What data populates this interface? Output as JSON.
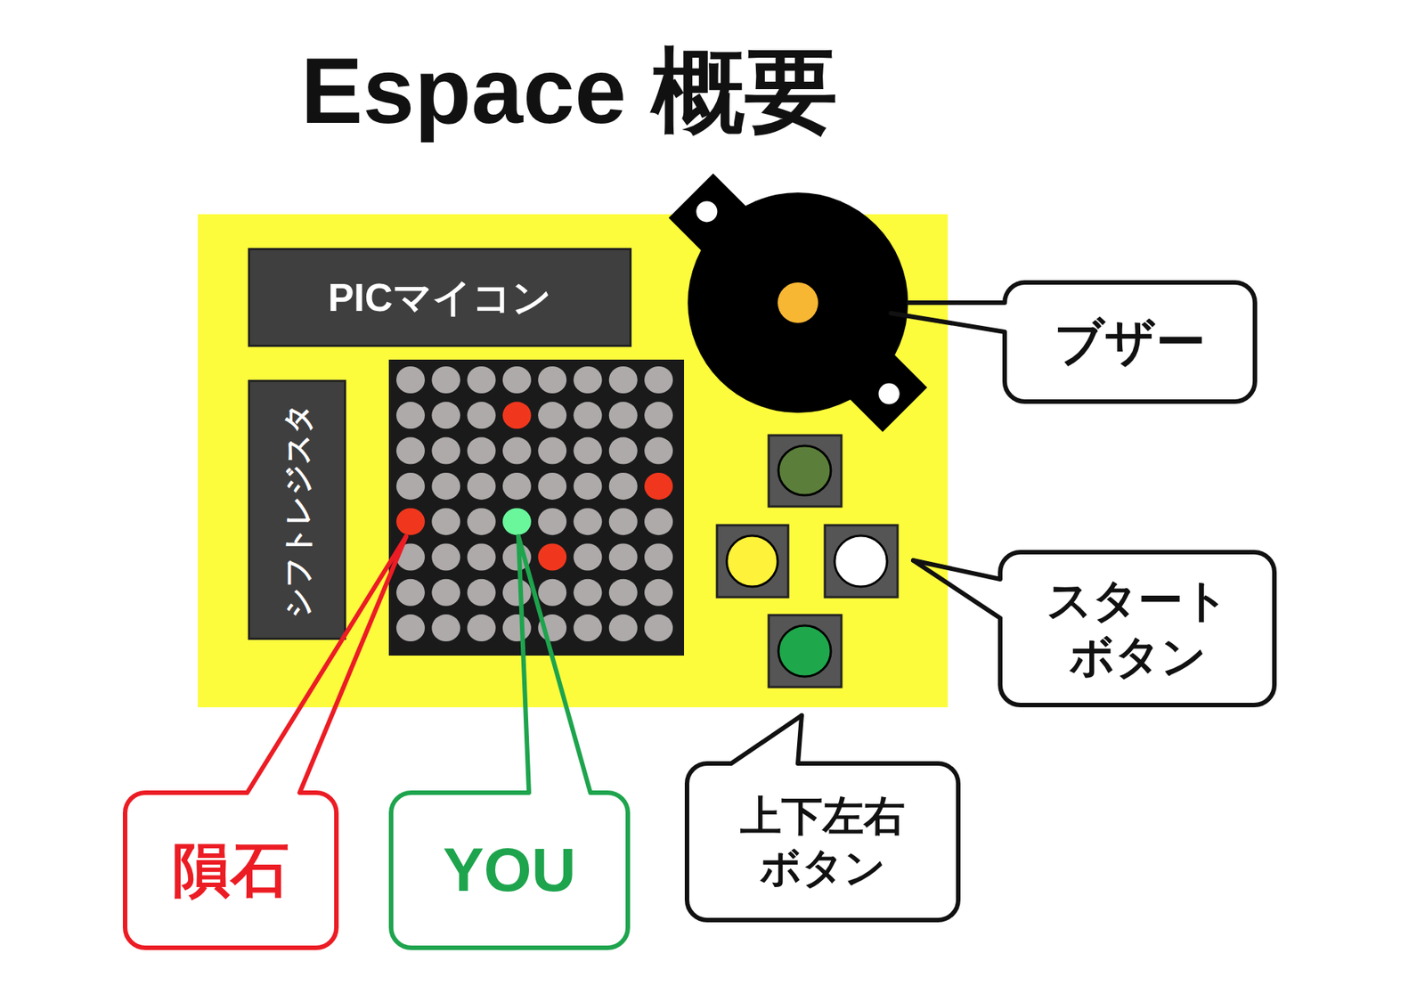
{
  "diagram": {
    "title": "Espace 概要",
    "nodes": [
      {
        "text": [
          "PICマイコン"
        ]
      },
      {
        "text": [
          "ブザー"
        ]
      },
      {
        "text": [
          "シフトレジスタ"
        ]
      },
      {
        "text": [
          "スタート ボタン"
        ]
      },
      {
        "text": [
          "上下左右 ボタン"
        ]
      },
      {
        "text": [
          "隕石"
        ]
      },
      {
        "text": [
          "YOU"
        ]
      }
    ]
  }
}
